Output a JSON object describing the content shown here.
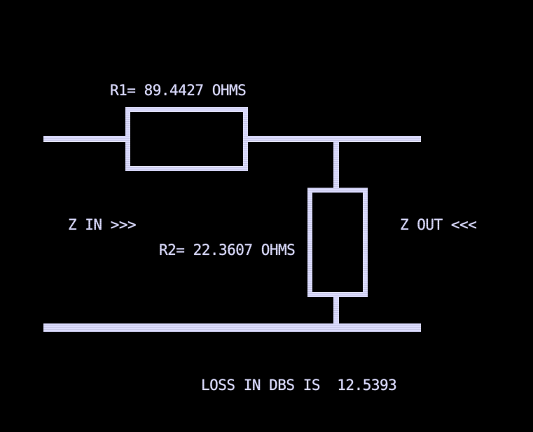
{
  "colors": {
    "background": "#000000",
    "foreground": "#dcdcff"
  },
  "circuit": {
    "r1_label": "R1= 89.4427 OHMS",
    "r2_label": "R2= 22.3607 OHMS",
    "z_in_label": "Z IN >>>",
    "z_out_label": "Z OUT <<<",
    "loss_label": "LOSS IN DBS IS  12.5393"
  }
}
